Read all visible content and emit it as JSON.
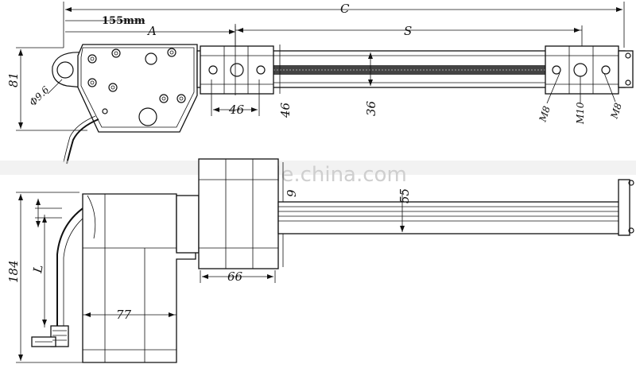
{
  "labels": {
    "C": "C",
    "dim155": "155mm",
    "A": "A",
    "S": "S",
    "d81": "81",
    "phi": "Φ9.6",
    "d46a": "46",
    "d46b": "46",
    "d36": "36",
    "m8a": "M8",
    "m10": "M10",
    "m8b": "M8",
    "d9": "9",
    "d55": "55",
    "d184": "184",
    "L": "L",
    "d66": "66",
    "d77": "77"
  },
  "watermark": "trade.china.com"
}
